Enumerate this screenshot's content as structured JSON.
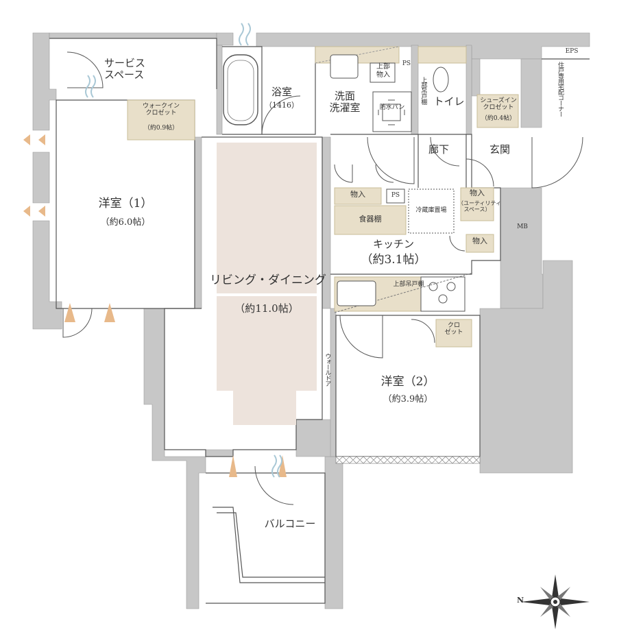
{
  "colors": {
    "wall": "#c7c7c7",
    "wall_stroke": "#9a9a9a",
    "line": "#666666",
    "ldk_fill": "#ede3dc",
    "storage_fill": "#e8dfc9",
    "storage_stroke": "#c9bc98",
    "airflow": "#e8b98a",
    "airflow_blue": "#a9c8d6"
  },
  "rooms": {
    "service_space": "サービス\nスペース",
    "walk_in_closet": "ウォークイン\nクロゼット",
    "walk_in_closet_size": "（約0.9帖）",
    "western1": "洋室（1）",
    "western1_size": "（約6.0帖）",
    "bath": "浴室",
    "bath_size": "（1416）",
    "washroom": "洗面\n洗濯室",
    "waterproof_pan": "防水パン",
    "upper_storage": "上部\n物入",
    "ps1": "PS",
    "upper_shelf_vertical": "上部吊戸棚",
    "toilet": "トイレ",
    "shoes_closet": "シューズイン\nクロゼット",
    "shoes_closet_size": "（約0.4帖）",
    "eps": "EPS",
    "delivery_corner": "住戸専用宅配コーナー",
    "hallway": "廊下",
    "entrance": "玄関",
    "storage1": "物入",
    "ps2": "PS",
    "fridge_space": "冷蔵庫置場",
    "cupboard": "食器棚",
    "utility_storage": "物入",
    "utility_storage_sub": "（ユーティリティ\nスペース）",
    "kitchen": "キッチン",
    "kitchen_size": "（約3.1帖）",
    "storage2": "物入",
    "mb": "MB",
    "ldk": "リビング・ダイニング",
    "ldk_size": "（約11.0帖）",
    "upper_shelf_kitchen": "上部吊戸棚",
    "closet": "クロ\nゼット",
    "wall_door": "ウォールドア",
    "western2": "洋室（2）",
    "western2_size": "（約3.9帖）",
    "balcony": "バルコニー"
  },
  "compass": {
    "label": "N",
    "icon": "compass-rose-icon"
  }
}
